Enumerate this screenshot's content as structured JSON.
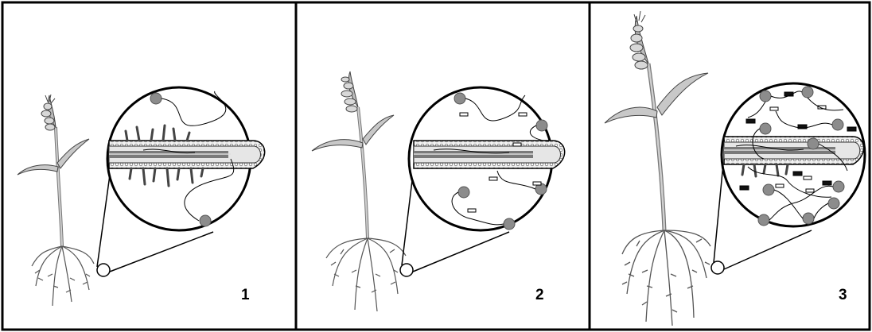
{
  "figure": {
    "panels": [
      {
        "label": "1",
        "plant_size": "small",
        "microbe_density": "low"
      },
      {
        "label": "2",
        "plant_size": "medium",
        "microbe_density": "medium"
      },
      {
        "label": "3",
        "plant_size": "large",
        "microbe_density": "high"
      }
    ]
  },
  "colors": {
    "outline": "#000000",
    "stem": "#b5b5b5",
    "microbe": "#8c8c8c",
    "root_cortex": "#e6e6e6",
    "root_core": "#7a7a7a",
    "rhizobia_dark": "#111111"
  },
  "icons": [
    "wheat-plant-icon",
    "root-cross-section-icon",
    "bacteria-icon",
    "molecule-icon"
  ]
}
